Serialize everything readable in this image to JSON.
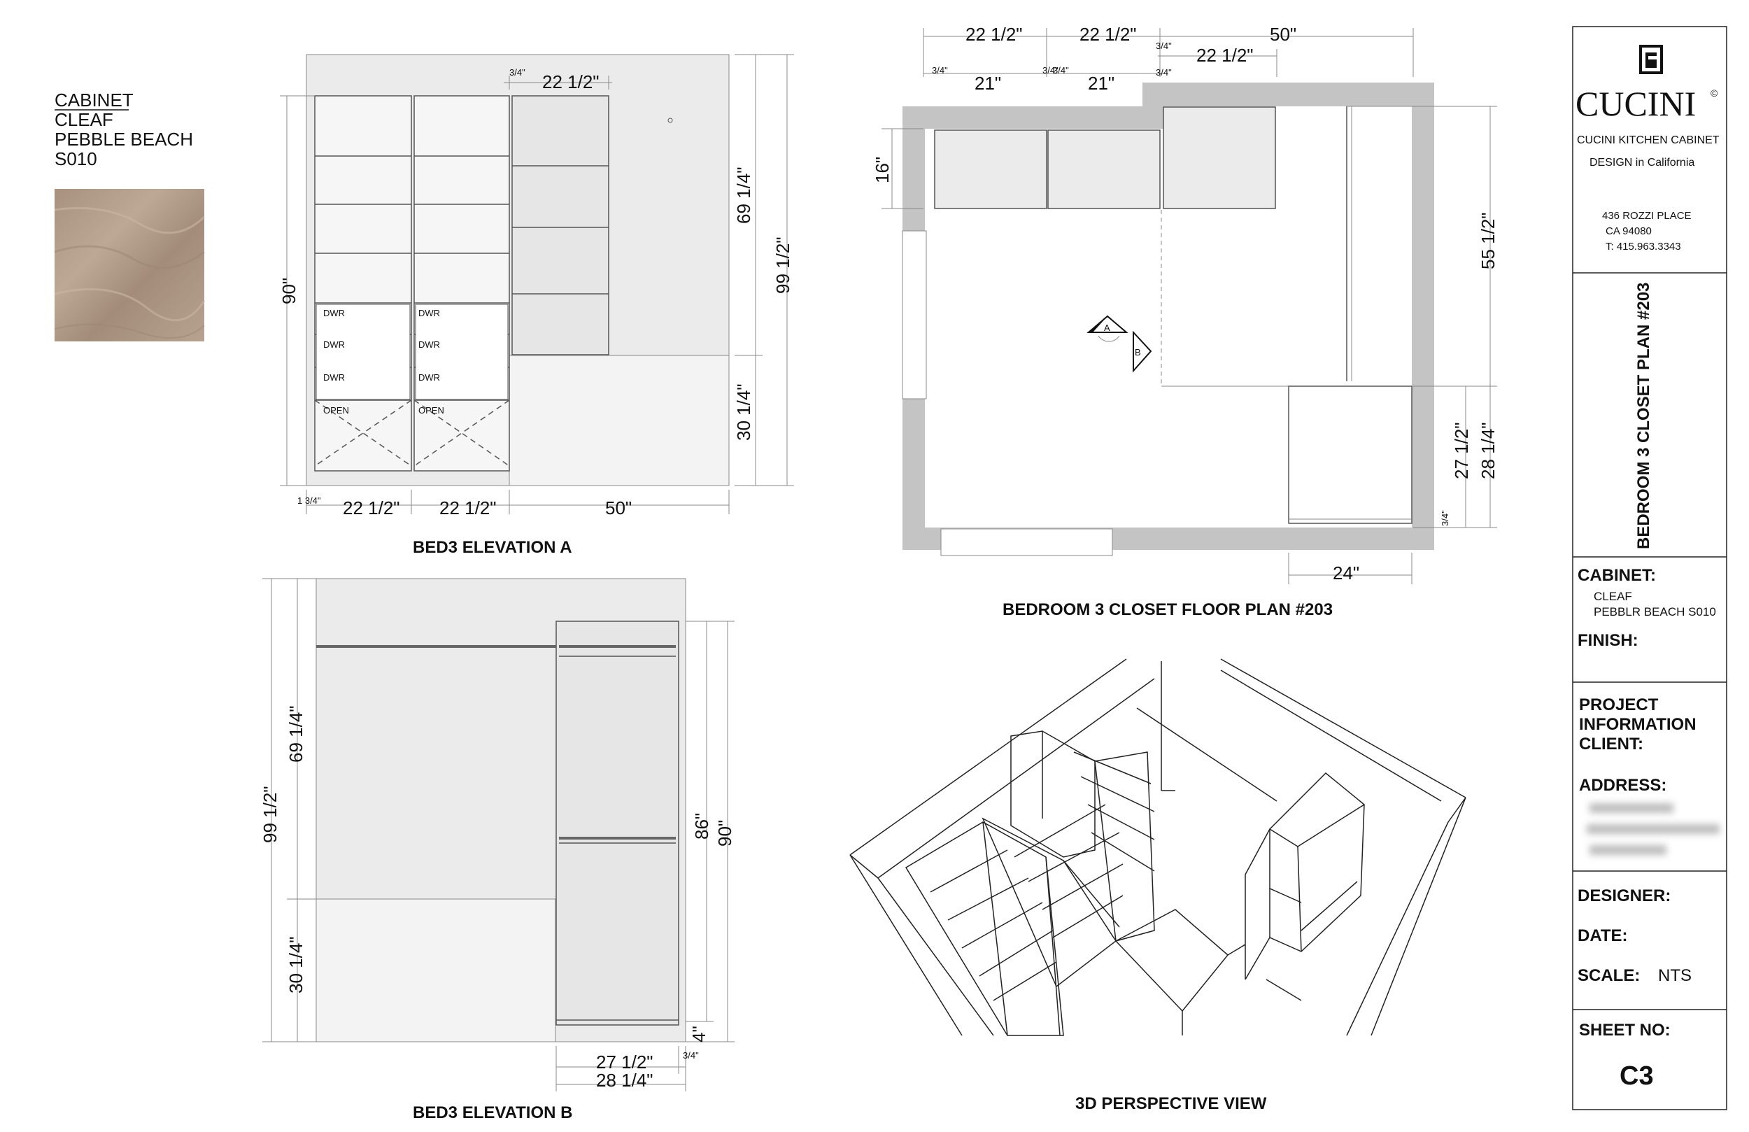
{
  "material": {
    "heading": "CABINET",
    "line1": "CLEAF",
    "line2": "PEBBLE BEACH",
    "line3": "S010"
  },
  "elevation_a": {
    "title": "BED3 ELEVATION A",
    "drawer_label": "DWR",
    "open_label": "OPEN",
    "dims": {
      "top_frac": "3/4\"",
      "top_width": "22 1/2\"",
      "height_left": "90\"",
      "upper_right": "69 1/4\"",
      "lower_right": "30 1/4\"",
      "total_right": "99 1/2\"",
      "bottom_frac": "1 3/4\"",
      "bottom_w1": "22 1/2\"",
      "bottom_w2": "22 1/2\"",
      "bottom_w3": "50\""
    }
  },
  "elevation_b": {
    "title": "BED3 ELEVATION B",
    "dims": {
      "total_left": "99 1/2\"",
      "upper_left": "69 1/4\"",
      "lower_left": "30 1/4\"",
      "right_86": "86\"",
      "right_90": "90\"",
      "right_4": "4\"",
      "small_frac": "3/4\"",
      "bottom_1": "27 1/2\"",
      "bottom_2": "28 1/4\""
    }
  },
  "floor_plan": {
    "title": "BEDROOM 3 CLOSET FLOOR PLAN #203",
    "marker_a": "A",
    "marker_b": "B",
    "dims": {
      "top_22a": "22 1/2\"",
      "top_22b": "22 1/2\"",
      "top_50": "50\"",
      "top_22c": "22 1/2\"",
      "frac_1": "3/4\"",
      "frac_2": "3/4\"",
      "frac_3": "3/4\"",
      "frac_4": "3/4\"",
      "frac_5": "3/4\"",
      "w_21a": "21\"",
      "w_21b": "21\"",
      "depth_16": "16\"",
      "right_55": "55 1/2\"",
      "right_27": "27 1/2\"",
      "right_28": "28 1/4\"",
      "right_frac": "3/4\"",
      "bottom_24": "24\""
    }
  },
  "perspective": {
    "title": "3D PERSPECTIVE VIEW"
  },
  "title_block": {
    "logo_text": "CUCINI",
    "logo_mark": "©",
    "company": "CUCINI KITCHEN CABINET",
    "tagline": "DESIGN in California",
    "address1": "436 ROZZI PLACE",
    "address2": "CA 94080",
    "phone": "T: 415.963.3343",
    "sheet_title": "BEDROOM 3 CLOSET PLAN #203",
    "cabinet_label": "CABINET:",
    "cabinet_value1": "CLEAF",
    "cabinet_value2": "PEBBLR BEACH S010",
    "finish_label": "FINISH:",
    "project_label1": "PROJECT",
    "project_label2": "INFORMATION",
    "client_label": "CLIENT:",
    "address_label": "ADDRESS:",
    "designer_label": "DESIGNER:",
    "date_label": "DATE:",
    "scale_label": "SCALE:",
    "scale_value": "NTS",
    "sheet_no_label": "SHEET NO:",
    "sheet_no_value": "C3"
  },
  "colors": {
    "wall": "#c4c4c4",
    "panel": "#ebebeb",
    "wood": "#b09a88"
  }
}
